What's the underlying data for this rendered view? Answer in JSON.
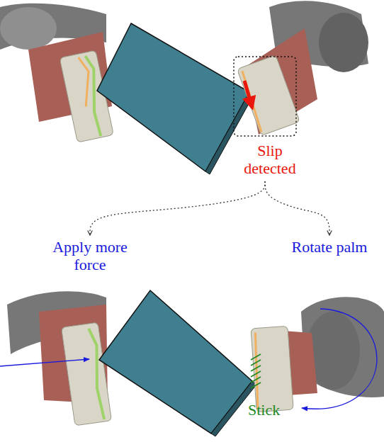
{
  "diagram": {
    "nodes": [
      {
        "text": [
          "Slip detected"
        ]
      },
      {
        "text": [
          "Apply more force"
        ]
      },
      {
        "text": [
          "Rotate palm"
        ]
      }
    ],
    "edges": [
      {
        "from": 0,
        "to": 1,
        "arrow": "to"
      },
      {
        "from": 0,
        "to": 2,
        "arrow": "to"
      }
    ],
    "labels": [
      "Stick"
    ]
  }
}
